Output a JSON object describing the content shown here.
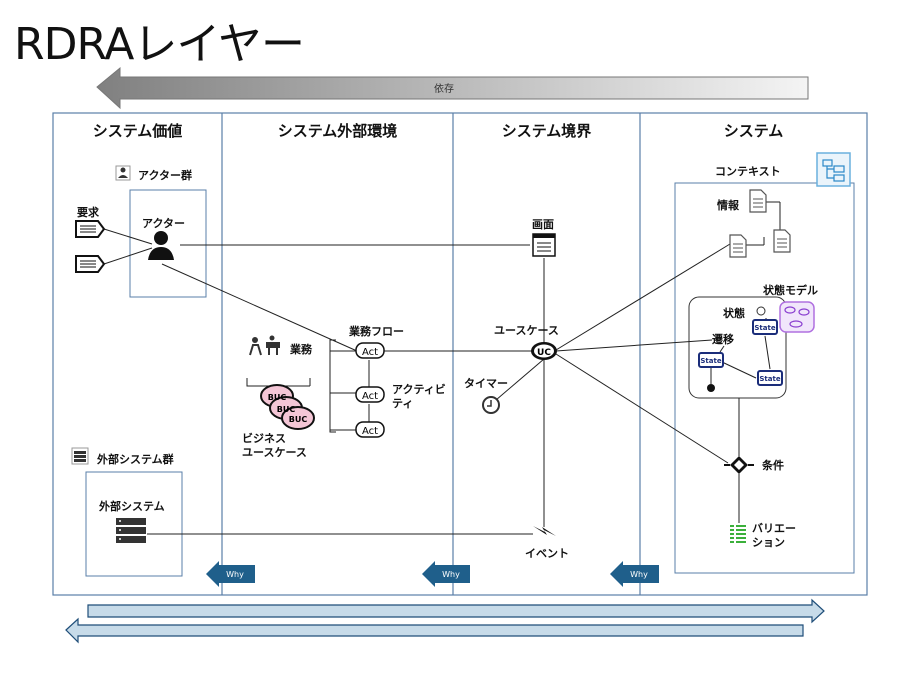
{
  "title": "RDRAレイヤー",
  "arrow_label": "依存",
  "columns": [
    "システム価値",
    "システム外部環境",
    "システム境界",
    "システム"
  ],
  "labels": {
    "actor_group": "アクター群",
    "actor": "アクター",
    "requirement": "要求",
    "external_group": "外部システム群",
    "external_system": "外部システム",
    "business": "業務",
    "business_uc": "ビジネス\nユースケース",
    "business_flow": "業務フロー",
    "activity": "アクティビ\nティ",
    "act": "Act",
    "buc": "BUC",
    "screen": "画面",
    "usecase": "ユースケース",
    "uc": "UC",
    "timer": "タイマー",
    "event": "イベント",
    "context": "コンテキスト",
    "info": "情報",
    "state_model": "状態モデル",
    "state": "状態",
    "transition": "遷移",
    "state_tag": "State",
    "condition": "条件",
    "variation": "バリエー\nション",
    "why": "Why"
  }
}
